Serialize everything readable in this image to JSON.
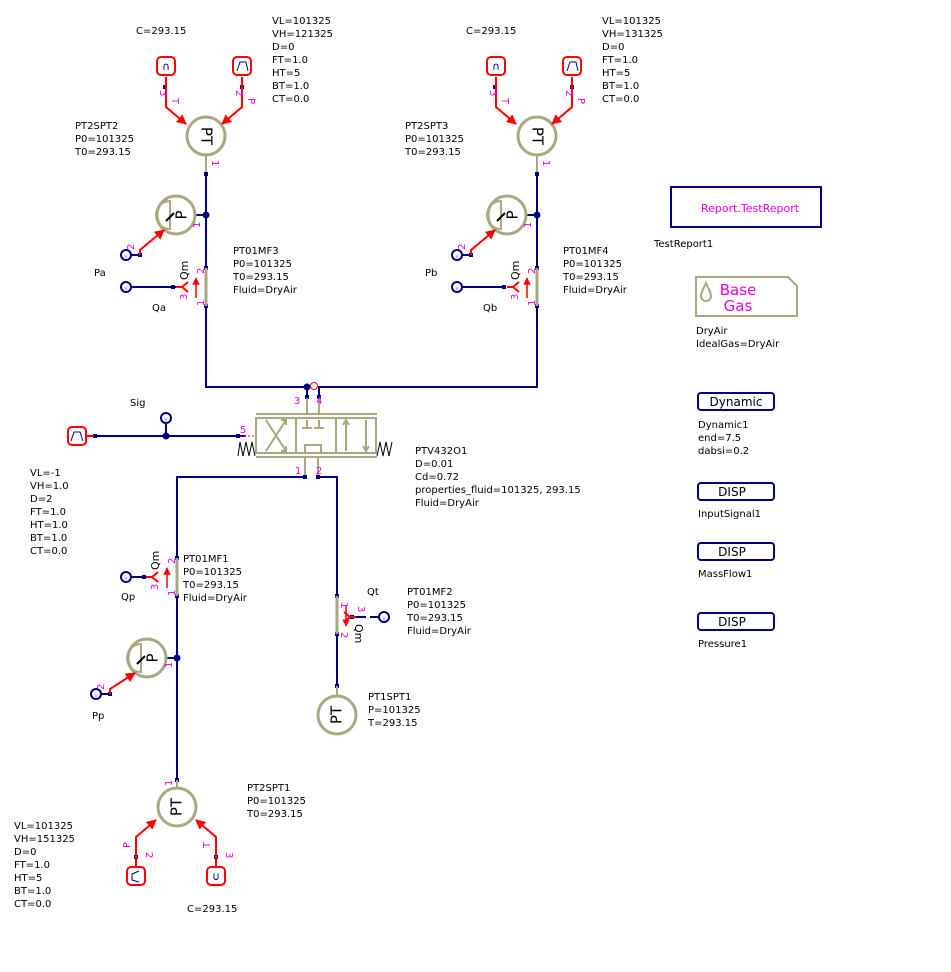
{
  "colors": {
    "wire": "#000080",
    "signal": "#ff0000",
    "component": "#a9a882",
    "pin_label": "#e600e6",
    "text": "#000000"
  },
  "components": {
    "pt2spt2": {
      "symbol": "PT",
      "name": "PT2SPT2",
      "params": [
        "P0=101325",
        "T0=293.15"
      ],
      "port_labels": {
        "t": "T",
        "p": "P",
        "n3": "3",
        "n2": "2",
        "n1": "1"
      },
      "const_label": "C=293.15",
      "ramp_params": [
        "VL=101325",
        "VH=121325",
        "D=0",
        "FT=1.0",
        "HT=5",
        "BT=1.0",
        "CT=0.0"
      ]
    },
    "pt2spt3": {
      "symbol": "PT",
      "name": "PT2SPT3",
      "params": [
        "P0=101325",
        "T0=293.15"
      ],
      "port_labels": {
        "t": "T",
        "p": "P",
        "n3": "3",
        "n2": "2",
        "n1": "1"
      },
      "const_label": "C=293.15",
      "ramp_params": [
        "VL=101325",
        "VH=131325",
        "D=0",
        "FT=1.0",
        "HT=5",
        "BT=1.0",
        "CT=0.0"
      ]
    },
    "pt2spt1": {
      "symbol": "PT",
      "name": "PT2SPT1",
      "params": [
        "P0=101325",
        "T0=293.15"
      ],
      "port_labels": {
        "t": "T",
        "p": "P",
        "n3": "3",
        "n2": "2",
        "n1": "1"
      },
      "const_label": "C=293.15",
      "ramp_params": [
        "VL=101325",
        "VH=151325",
        "D=0",
        "FT=1.0",
        "HT=5",
        "BT=1.0",
        "CT=0.0"
      ]
    },
    "pt1spt1": {
      "symbol": "PT",
      "name": "PT1SPT1",
      "params": [
        "P=101325",
        "T=293.15"
      ]
    },
    "sensor_pa": {
      "symbol": "P",
      "label": "Pa",
      "pin1": "1",
      "pin2": "2"
    },
    "sensor_pb": {
      "symbol": "P",
      "label": "Pb",
      "pin1": "1",
      "pin2": "2"
    },
    "sensor_pp": {
      "symbol": "P",
      "label": "Pp",
      "pin1": "1",
      "pin2": "2"
    },
    "pt01mf3": {
      "name": "PT01MF3",
      "params": [
        "P0=101325",
        "T0=293.15",
        "Fluid=DryAir"
      ],
      "probe_label": "Qa",
      "qm": "Qm",
      "pins": [
        "1",
        "2",
        "3"
      ]
    },
    "pt01mf4": {
      "name": "PT01MF4",
      "params": [
        "P0=101325",
        "T0=293.15",
        "Fluid=DryAir"
      ],
      "probe_label": "Qb",
      "qm": "Qm",
      "pins": [
        "1",
        "2",
        "3"
      ]
    },
    "pt01mf1": {
      "name": "PT01MF1",
      "params": [
        "P0=101325",
        "T0=293.15",
        "Fluid=DryAir"
      ],
      "probe_label": "Qp",
      "qm": "Qm",
      "pins": [
        "1",
        "2",
        "3"
      ]
    },
    "pt01mf2": {
      "name": "PT01MF2",
      "params": [
        "P0=101325",
        "T0=293.15",
        "Fluid=DryAir"
      ],
      "probe_label": "Qt",
      "qm": "Qm",
      "pins": [
        "1",
        "2",
        "3"
      ]
    },
    "valve": {
      "name": "PTV432O1",
      "params": [
        "D=0.01",
        "Cd=0.72",
        "properties_fluid=101325, 293.15",
        "Fluid=DryAir"
      ],
      "pins": {
        "p1": "1",
        "p2": "2",
        "p3": "3",
        "p4": "4",
        "p5": "5"
      }
    },
    "signal_source": {
      "probe_label": "Sig",
      "params": [
        "VL=-1",
        "VH=1.0",
        "D=2",
        "FT=1.0",
        "HT=1.0",
        "BT=1.0",
        "CT=0.0"
      ]
    }
  },
  "blocks": {
    "report": {
      "text": "Report.TestReport",
      "name": "TestReport1"
    },
    "base_gas": {
      "line1": "Base",
      "line2": "Gas",
      "params": [
        "DryAir",
        "IdealGas=DryAir"
      ]
    },
    "dynamic": {
      "text": "Dynamic",
      "params": [
        "Dynamic1",
        "end=7.5",
        "dabsi=0.2"
      ]
    },
    "disp_input": {
      "text": "DISP",
      "name": "InputSignal1"
    },
    "disp_massflow": {
      "text": "DISP",
      "name": "MassFlow1"
    },
    "disp_pressure": {
      "text": "DISP",
      "name": "Pressure1"
    }
  }
}
